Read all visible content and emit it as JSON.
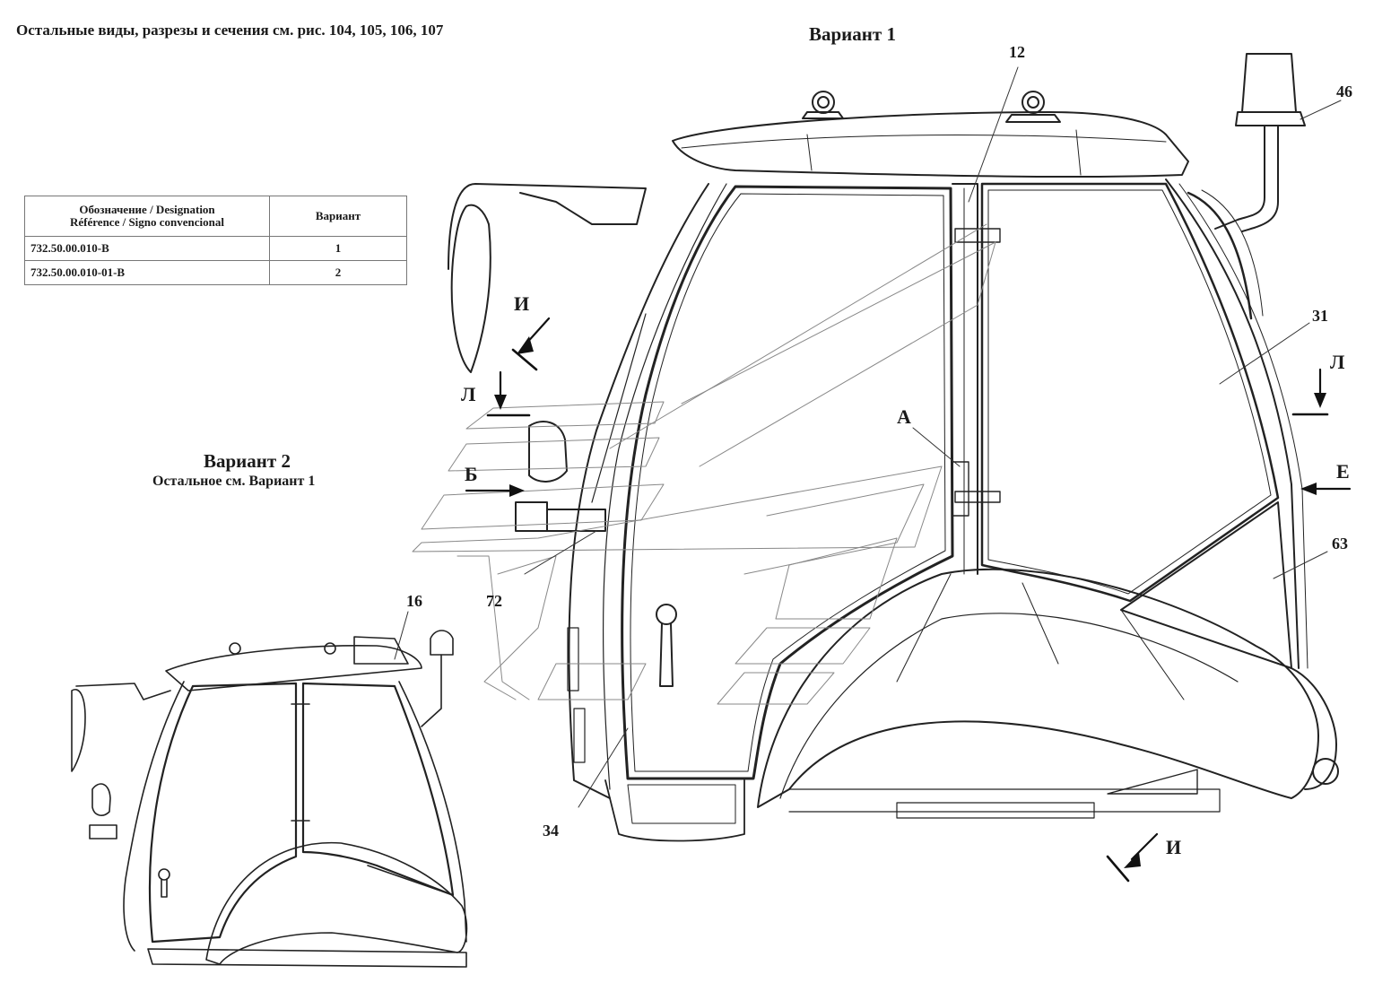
{
  "header": {
    "note": "Остальные виды, разрезы и сечения см. рис. 104, 105, 106, 107",
    "variant1_title": "Вариант 1",
    "variant2_title": "Вариант 2",
    "variant2_subtitle": "Остальное см. Вариант 1"
  },
  "table": {
    "col1_header_line1": "Обозначение / Designation",
    "col1_header_line2": "Référence / Signo convencional",
    "col2_header": "Вариант",
    "rows": [
      {
        "designation": "732.50.00.010-В",
        "variant": "1"
      },
      {
        "designation": "732.50.00.010-01-В",
        "variant": "2"
      }
    ]
  },
  "callouts": {
    "c12": "12",
    "c46": "46",
    "c31": "31",
    "c63": "63",
    "c34": "34",
    "c72": "72",
    "c16": "16"
  },
  "view_letters": {
    "I_top": "И",
    "L_left": "Л",
    "B": "Б",
    "A": "А",
    "L_right": "Л",
    "E": "Е",
    "I_bottom": "И"
  }
}
